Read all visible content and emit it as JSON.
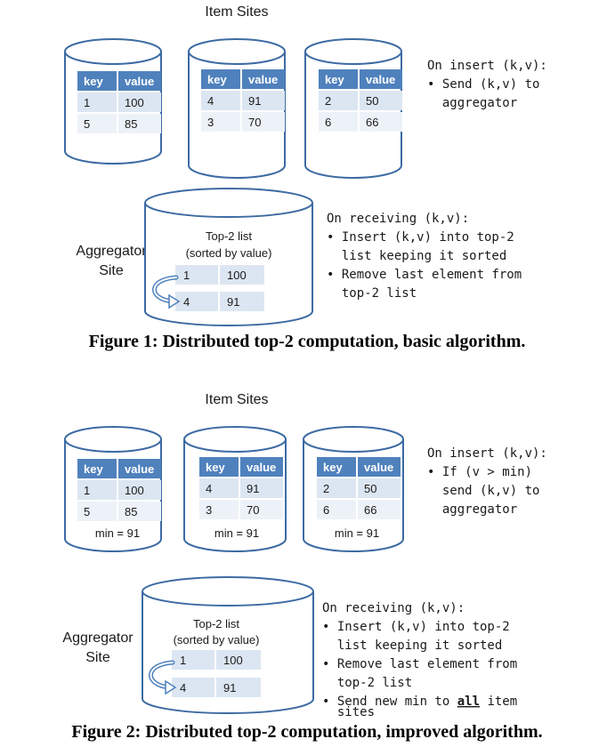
{
  "figure1": {
    "heading": "Item Sites",
    "item_sites": [
      {
        "header": [
          "key",
          "value"
        ],
        "rows": [
          [
            "1",
            "100"
          ],
          [
            "5",
            "85"
          ]
        ]
      },
      {
        "header": [
          "key",
          "value"
        ],
        "rows": [
          [
            "4",
            "91"
          ],
          [
            "3",
            "70"
          ]
        ]
      },
      {
        "header": [
          "key",
          "value"
        ],
        "rows": [
          [
            "2",
            "50"
          ],
          [
            "6",
            "66"
          ]
        ]
      }
    ],
    "insert_note": [
      "On insert (k,v):",
      "• Send (k,v) to",
      "  aggregator"
    ],
    "aggregator_label": [
      "Aggregator",
      "Site"
    ],
    "toplist_title": [
      "Top-2 list",
      "(sorted by value)"
    ],
    "toplist_rows": [
      [
        "1",
        "100"
      ],
      [
        "4",
        "91"
      ]
    ],
    "receive_note": [
      "On receiving (k,v):",
      "• Insert (k,v) into top-2",
      "  list keeping it sorted",
      "• Remove last element from",
      "  top-2 list"
    ],
    "caption": "Figure 1: Distributed top-2 computation, basic algorithm."
  },
  "figure2": {
    "heading": "Item Sites",
    "item_sites": [
      {
        "header": [
          "key",
          "value"
        ],
        "rows": [
          [
            "1",
            "100"
          ],
          [
            "5",
            "85"
          ]
        ],
        "min": "min = 91"
      },
      {
        "header": [
          "key",
          "value"
        ],
        "rows": [
          [
            "4",
            "91"
          ],
          [
            "3",
            "70"
          ]
        ],
        "min": "min = 91"
      },
      {
        "header": [
          "key",
          "value"
        ],
        "rows": [
          [
            "2",
            "50"
          ],
          [
            "6",
            "66"
          ]
        ],
        "min": "min = 91"
      }
    ],
    "insert_note": [
      "On insert (k,v):",
      "• If (v > min)",
      "  send (k,v) to",
      "  aggregator"
    ],
    "aggregator_label": [
      "Aggregator",
      "Site"
    ],
    "toplist_title": [
      "Top-2 list",
      "(sorted by value)"
    ],
    "toplist_rows": [
      [
        "1",
        "100"
      ],
      [
        "4",
        "91"
      ]
    ],
    "receive_note": [
      "On receiving (k,v):",
      "• Insert (k,v) into top-2",
      "  list keeping it sorted",
      "• Remove last element from",
      "  top-2 list",
      "• Send new min to ",
      "all",
      " item",
      "  sites"
    ],
    "caption": "Figure 2: Distributed top-2 computation, improved algorithm."
  },
  "colors": {
    "outline": "#3d6ba3",
    "header_fill": "#4f81bd",
    "row_fill": "#dce6f2",
    "text": "#1a1a1a"
  }
}
